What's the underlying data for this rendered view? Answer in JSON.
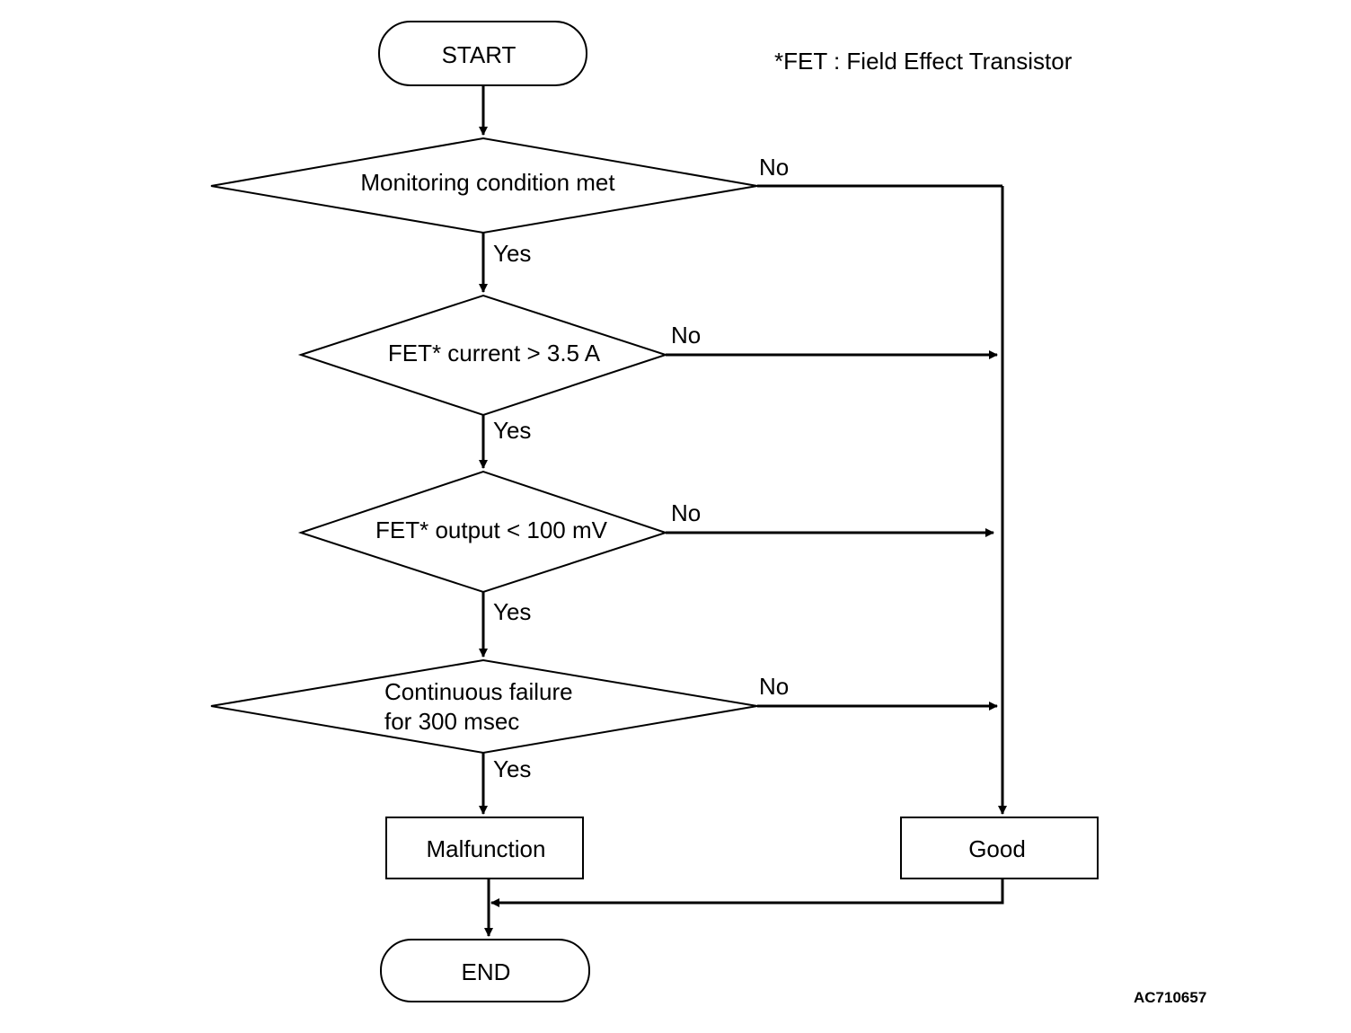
{
  "diagram": {
    "start": "START",
    "end": "END",
    "footnote": "*FET : Field Effect Transistor",
    "figure_code": "AC710657",
    "decisions": [
      {
        "lines": [
          "Monitoring condition met"
        ],
        "yes": "Yes",
        "no": "No"
      },
      {
        "lines": [
          "FET* current > 3.5 A"
        ],
        "yes": "Yes",
        "no": "No"
      },
      {
        "lines": [
          "FET* output < 100 mV"
        ],
        "yes": "Yes",
        "no": "No"
      },
      {
        "lines": [
          "Continuous failure",
          "for 300 msec"
        ],
        "yes": "Yes",
        "no": "No"
      }
    ],
    "malfunction": "Malfunction",
    "good": "Good",
    "colors": {
      "stroke": "#000000",
      "background": "#ffffff"
    }
  }
}
